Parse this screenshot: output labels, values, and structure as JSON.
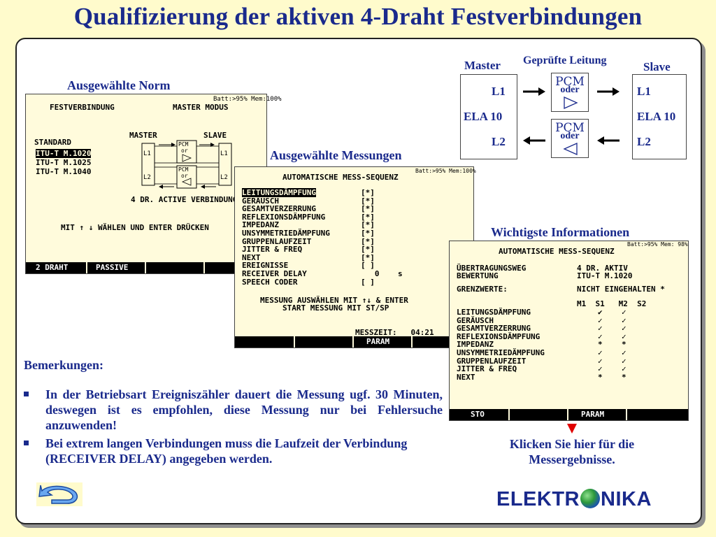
{
  "title": "Qualifizierung der aktiven 4-Draht Festverbindungen",
  "captions": {
    "norm": "Ausgewählte Norm",
    "messungen": "Ausgewählte Messungen",
    "infos": "Wichtigste Informationen",
    "leitung": "Geprüfte Leitung"
  },
  "diagram": {
    "master": "Master",
    "slave": "Slave",
    "l1": "L1",
    "ela": "ELA 10",
    "l2": "L2",
    "pcm": "PCM",
    "oder": "oder"
  },
  "screen1": {
    "status": "Batt:>95% Mem:100%",
    "title_left": "FESTVERBINDUNG",
    "title_right": "MASTER MODUS",
    "standard": "STANDARD",
    "master": "MASTER",
    "slave": "SLAVE",
    "norms": [
      "ITU-T M.1020",
      "ITU-T M.1025",
      "ITU-T M.1040"
    ],
    "mode": "4 DR. ACTIVE VERBINDUNG",
    "hint": "MIT ↑ ↓ WÄHLEN UND ENTER DRÜCKEN",
    "pcm": "PCM",
    "or": "or",
    "l1": "L1",
    "l2": "L2",
    "softkeys": [
      "2 DRAHT",
      "PASSIVE",
      "",
      ""
    ]
  },
  "screen2": {
    "status": "Batt:>95% Mem:100%",
    "title": "AUTOMATISCHE MESS-SEQUENZ",
    "items": [
      {
        "label": "LEITUNGSDÄMPFUNG",
        "mark": "[*]"
      },
      {
        "label": "GERÄUSCH",
        "mark": "[*]"
      },
      {
        "label": "GESAMTVERZERRUNG",
        "mark": "[*]"
      },
      {
        "label": "REFLEXIONSDÄMPFUNG",
        "mark": "[*]"
      },
      {
        "label": "IMPEDANZ",
        "mark": "[*]"
      },
      {
        "label": "UNSYMMETRIEDÄMPFUNG",
        "mark": "[*]"
      },
      {
        "label": "GRUPPENLAUFZEIT",
        "mark": "[*]"
      },
      {
        "label": "JITTER & FREQ",
        "mark": "[*]"
      },
      {
        "label": "NEXT",
        "mark": "[*]"
      },
      {
        "label": "EREIGNISSE",
        "mark": "[ ]"
      },
      {
        "label": "RECEIVER DELAY",
        "mark": "   0    s"
      },
      {
        "label": "SPEECH CODER",
        "mark": "[ ]"
      }
    ],
    "hint1": "MESSUNG AUSWÄHLEN MIT ↑↓ & ENTER",
    "hint2": "START MESSUNG MIT ST/SP",
    "messzeit": "MESSZEIT:   04:21",
    "softkeys": [
      "",
      "",
      "PARAM",
      ""
    ]
  },
  "screen3": {
    "status": "Batt:>95% Mem: 98%",
    "title": "AUTOMATISCHE MESS-SEQUENZ",
    "info": [
      {
        "label": "ÜBERTRAGUNGSWEG",
        "value": "4 DR. AKTIV"
      },
      {
        "label": "BEWERTUNG",
        "value": "ITU-T M.1020"
      },
      {
        "label": "GRENZWERTE:",
        "value": "NICHT EINGEHALTEN *"
      }
    ],
    "cols": "M1  S1   M2  S2",
    "rows": [
      {
        "label": "LEITUNGSDÄMPFUNG",
        "m1": "✔",
        "m2": "✓"
      },
      {
        "label": "GERÄUSCH",
        "m1": "✓",
        "m2": "✓"
      },
      {
        "label": "GESAMTVERZERRUNG",
        "m1": "✓",
        "m2": "✓"
      },
      {
        "label": "REFLEXIONSDÄMPFUNG",
        "m1": "✓",
        "m2": "✓"
      },
      {
        "label": "IMPEDANZ",
        "m1": "*",
        "m2": "*"
      },
      {
        "label": "UNSYMMETRIEDÄMPFUNG",
        "m1": "✓",
        "m2": "✓"
      },
      {
        "label": "GRUPPENLAUFZEIT",
        "m1": "✓",
        "m2": "✓"
      },
      {
        "label": "JITTER & FREQ",
        "m1": "✓",
        "m2": "✓"
      },
      {
        "label": "NEXT",
        "m1": "*",
        "m2": "*"
      }
    ],
    "softkeys": [
      "STO",
      "",
      "PARAM",
      ""
    ]
  },
  "remarks": {
    "title": "Bemerkungen:",
    "bullets": [
      "In der Betriebsart Ereigniszähler dauert die Messung ugf. 30 Minuten, deswegen ist es empfohlen, diese Messung nur bei Fehlersuche anzuwenden!",
      "Bei extrem langen Verbindungen muss die Laufzeit der Verbindung (RECEIVER DELAY) angegeben werden."
    ]
  },
  "click_hint": "Klicken Sie hier für die Messergebnisse.",
  "logo": {
    "left": "ELEKTR",
    "right": "NIKA"
  },
  "colors": {
    "title": "#1a2a8c",
    "background": "#fffbcc",
    "lcd": "#fffbdc",
    "arrow": "#e00000"
  }
}
